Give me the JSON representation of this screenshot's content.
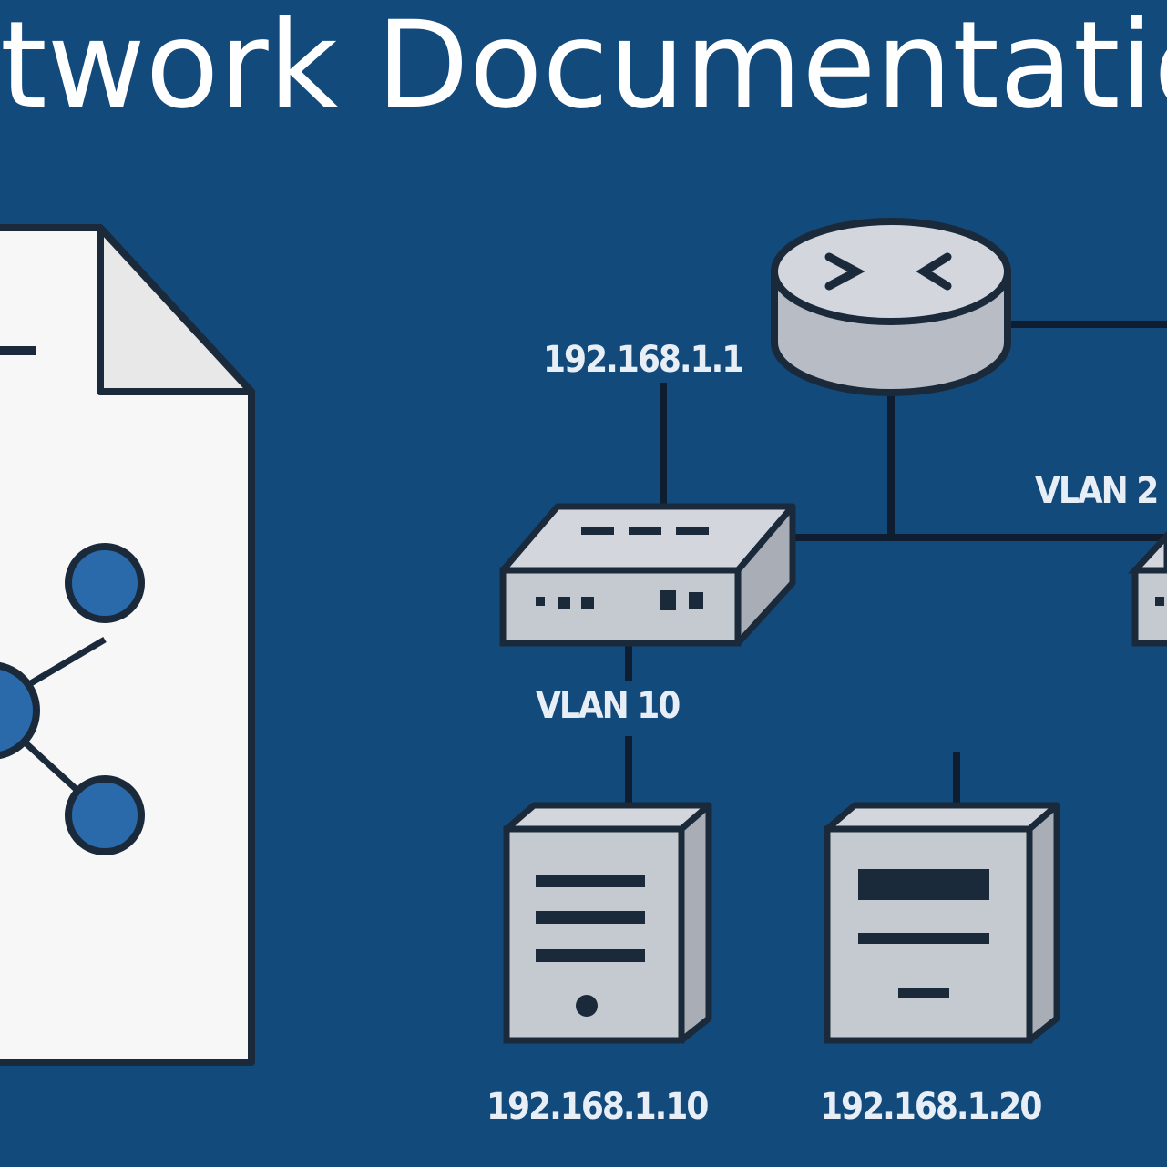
{
  "title": "Network Documentation",
  "colors": {
    "background": "#134a7c",
    "device_fill": "#c5c9d0",
    "document_fill": "#f7f7f7",
    "node_fill": "#2a6aaa",
    "outline": "#1b2a3a"
  },
  "labels": {
    "router_ip": "192.168.1.1",
    "vlan_left": "VLAN 10",
    "vlan_right": "VLAN 2",
    "server_left_ip": "192.168.1.10",
    "server_right_ip": "192.168.1.20"
  },
  "icons": [
    "document-icon",
    "share-network-icon",
    "router-icon",
    "switch-icon",
    "server-icon"
  ]
}
